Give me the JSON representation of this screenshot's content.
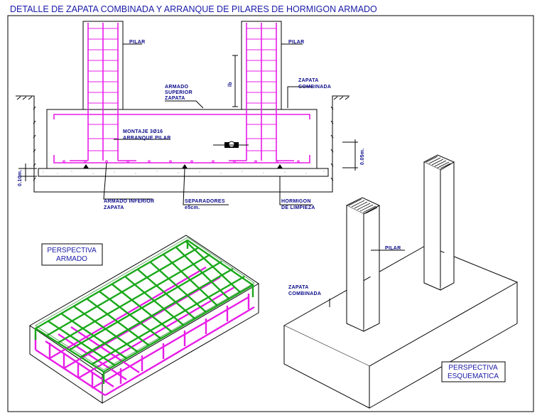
{
  "title": "DETALLE DE ZAPATA COMBINADA Y ARRANQUE DE PILARES DE HORMIGON ARMADO",
  "section": {
    "pilar_left": "PILAR",
    "pilar_right": "PILAR",
    "armado_superior": [
      "ARMADO",
      "SUPERIOR",
      "ZAPATA"
    ],
    "zapata_combinada": [
      "ZAPATA",
      "COMBINADA"
    ],
    "montaje": [
      "MONTAJE 3Ø16",
      "ARRANQUE PILAR"
    ],
    "armado_inferior": [
      "ARMADO INFERIOR",
      "ZAPATA"
    ],
    "separadores": [
      "SEPARADORES",
      "e5cm."
    ],
    "hormigon": [
      "HORMIGON",
      "DE LIMPIEZA"
    ],
    "dim_bottom": "0.10m.",
    "dim_right": "0.05m.",
    "dim_side": "lb"
  },
  "perspectiva_armado": [
    "PERSPECTIVA",
    "ARMADO"
  ],
  "perspectiva_esquematica": [
    "PERSPECTIVA",
    "ESQUEMATICA"
  ],
  "schematic": {
    "pilar": "PILAR",
    "zapata_combinada": [
      "ZAPATA",
      "COMBINADA"
    ]
  }
}
